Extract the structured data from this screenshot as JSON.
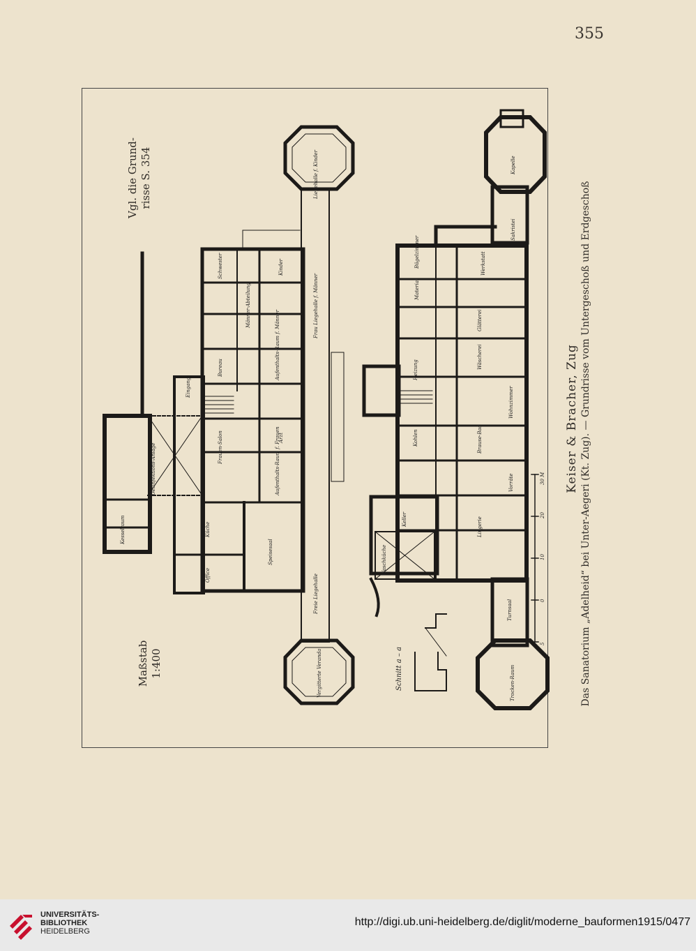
{
  "page": {
    "number": "355"
  },
  "plate": {
    "reference_line1": "Vgl. die Grund-",
    "reference_line2": "risse S. 354",
    "scale_label": "Maßstab",
    "scale_value": "1:400",
    "section_label": "Schnitt a – a",
    "scale_bar_numbers": [
      "5",
      "0",
      "10",
      "20",
      "30 M"
    ]
  },
  "caption": {
    "firm": "Keiser & Bracher, Zug",
    "description": "Das Sanatorium „Adelheid“ bei Unter-Aegeri (Kt. Zug). — Grundrisse vom Untergeschoß und Erdgeschoß"
  },
  "left_plan_labels": [
    "Liegehalle f. Kinder",
    "Frau Liegehalle f. Männer",
    "Männer-Abteilung",
    "Kinder",
    "Schwester",
    "Bureau",
    "Eingang",
    "Aufenthalts-Raum f. Männer",
    "Arzt",
    "Frauen-Salon",
    "Aufenthalts-Raum f. Frauen",
    "Küche",
    "Office",
    "Speisesaal",
    "Freie Liegehalle",
    "Vergitterte Veranda",
    "Desinfektions-Anlage",
    "Kesselraum"
  ],
  "right_plan_labels": [
    "Kapelle",
    "Sakristei",
    "Werkstatt",
    "Bügelzimmer",
    "Material",
    "Glätterei",
    "Wäscherei",
    "Kohlen",
    "Heizung",
    "Wohnzimmer",
    "Brause-Bad",
    "Keller",
    "Vorräte",
    "Waschküche",
    "Lingerie",
    "Turnsaal",
    "Trocken-Raum"
  ],
  "footer": {
    "institution_line1": "UNIVERSITÄTS-",
    "institution_line2": "BIBLIOTHEK",
    "institution_line3": "HEIDELBERG",
    "url": "http://digi.ub.uni-heidelberg.de/diglit/moderne_bauformen1915/0477"
  },
  "colors": {
    "paper": "#ede3cd",
    "ink": "#1c1a18",
    "footer_bg": "#e9e9e9",
    "logo_red": "#c8102e"
  }
}
